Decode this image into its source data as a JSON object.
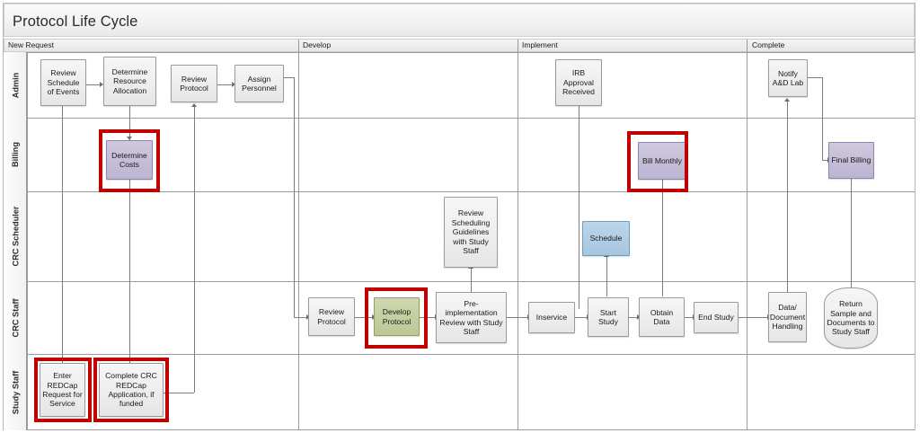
{
  "diagram": {
    "title": "Protocol Life Cycle",
    "phases": [
      {
        "key": "new_request",
        "label": "New Request"
      },
      {
        "key": "develop",
        "label": "Develop"
      },
      {
        "key": "implement",
        "label": "Implement"
      },
      {
        "key": "complete",
        "label": "Complete"
      }
    ],
    "lanes": [
      {
        "key": "admin",
        "label": "Admin"
      },
      {
        "key": "billing",
        "label": "Billing"
      },
      {
        "key": "crc_scheduler",
        "label": "CRC Scheduler"
      },
      {
        "key": "crc_staff",
        "label": "CRC Staff"
      },
      {
        "key": "study_staff",
        "label": "Study Staff"
      }
    ],
    "colors": {
      "highlight": "#c00000",
      "billing_fill": "#c6c0d9",
      "scheduler_fill": "#aecce4",
      "develop_fill": "#c3cd9f",
      "default_fill": "#eeeeee",
      "line": "#7d7d7d"
    },
    "nodes": [
      {
        "id": "review_schedule",
        "label": "Review Schedule of Events",
        "lane": "admin",
        "phase": "new_request",
        "style": "grey"
      },
      {
        "id": "determine_resource",
        "label": "Determine Resource Allocation",
        "lane": "admin",
        "phase": "new_request",
        "style": "grey"
      },
      {
        "id": "review_protocol_adm",
        "label": "Review Protocol",
        "lane": "admin",
        "phase": "new_request",
        "style": "grey"
      },
      {
        "id": "assign_personnel",
        "label": "Assign Personnel",
        "lane": "admin",
        "phase": "new_request",
        "style": "grey"
      },
      {
        "id": "determine_costs",
        "label": "Determine Costs",
        "lane": "billing",
        "phase": "new_request",
        "style": "purple",
        "highlighted": true
      },
      {
        "id": "enter_redcap",
        "label": "Enter REDCap Request for Service",
        "lane": "study_staff",
        "phase": "new_request",
        "style": "grey",
        "highlighted": true
      },
      {
        "id": "complete_crc",
        "label": "Complete CRC REDCap Application, if funded",
        "lane": "study_staff",
        "phase": "new_request",
        "style": "grey",
        "highlighted": true
      },
      {
        "id": "review_sched_guide",
        "label": "Review Scheduling Guidelines with Study Staff",
        "lane": "crc_scheduler",
        "phase": "develop",
        "style": "grey"
      },
      {
        "id": "review_protocol_crc",
        "label": "Review Protocol",
        "lane": "crc_staff",
        "phase": "develop",
        "style": "grey"
      },
      {
        "id": "develop_protocol",
        "label": "Develop Protocol",
        "lane": "crc_staff",
        "phase": "develop",
        "style": "green",
        "highlighted": true
      },
      {
        "id": "pre_impl_review",
        "label": "Pre-implementation Review with Study Staff",
        "lane": "crc_staff",
        "phase": "develop",
        "style": "grey"
      },
      {
        "id": "irb_approval",
        "label": "IRB Approval Received",
        "lane": "admin",
        "phase": "implement",
        "style": "grey"
      },
      {
        "id": "bill_monthly",
        "label": "Bill Monthly",
        "lane": "billing",
        "phase": "implement",
        "style": "purple",
        "highlighted": true
      },
      {
        "id": "schedule",
        "label": "Schedule",
        "lane": "crc_scheduler",
        "phase": "implement",
        "style": "blue"
      },
      {
        "id": "inservice",
        "label": "Inservice",
        "lane": "crc_staff",
        "phase": "implement",
        "style": "grey"
      },
      {
        "id": "start_study",
        "label": "Start Study",
        "lane": "crc_staff",
        "phase": "implement",
        "style": "grey"
      },
      {
        "id": "obtain_data",
        "label": "Obtain Data",
        "lane": "crc_staff",
        "phase": "implement",
        "style": "grey"
      },
      {
        "id": "end_study",
        "label": "End Study",
        "lane": "crc_staff",
        "phase": "implement",
        "style": "grey"
      },
      {
        "id": "notify_ad_lab",
        "label": "Notify A&D Lab",
        "lane": "admin",
        "phase": "complete",
        "style": "grey"
      },
      {
        "id": "final_billing",
        "label": "Final Billing",
        "lane": "billing",
        "phase": "complete",
        "style": "purple"
      },
      {
        "id": "data_doc_handling",
        "label": "Data/ Document Handling",
        "lane": "crc_staff",
        "phase": "complete",
        "style": "grey"
      },
      {
        "id": "return_sample",
        "label": "Return Sample and Documents to Study Staff",
        "lane": "crc_staff",
        "phase": "complete",
        "style": "grey",
        "shape": "rounded"
      }
    ]
  }
}
